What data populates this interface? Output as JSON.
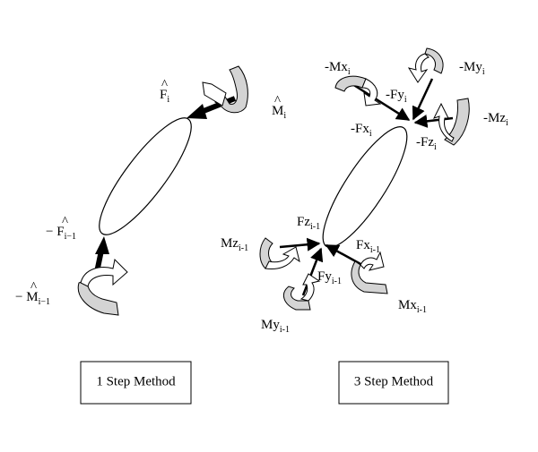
{
  "left_diagram": {
    "force_end": {
      "base": "F",
      "sub": "i"
    },
    "moment_end": {
      "base": "M",
      "sub": "i"
    },
    "force_start": {
      "prefix": "− ",
      "base": "F",
      "sub": "i−1"
    },
    "moment_start": {
      "prefix": "− ",
      "base": "M",
      "sub": "i−1"
    },
    "caption": "1 Step Method"
  },
  "right_diagram": {
    "top": {
      "mx": {
        "base": "-Mx",
        "sub": "i"
      },
      "my": {
        "base": "-My",
        "sub": "i"
      },
      "fy": {
        "base": "-Fy",
        "sub": "i"
      },
      "mz": {
        "base": "-Mz",
        "sub": "i"
      },
      "fx": {
        "base": "-Fx",
        "sub": "i"
      },
      "fz": {
        "base": "-Fz",
        "sub": "i"
      }
    },
    "bottom": {
      "fz": {
        "base": "Fz",
        "sub": "i-1"
      },
      "mz": {
        "base": "Mz",
        "sub": "i-1"
      },
      "fx": {
        "base": "Fx",
        "sub": "i-1"
      },
      "fy": {
        "base": "Fy",
        "sub": "i-1"
      },
      "mx": {
        "base": "Mx",
        "sub": "i-1"
      },
      "my": {
        "base": "My",
        "sub": "i-1"
      }
    },
    "caption": "3 Step Method"
  },
  "colors": {
    "stroke": "#000000",
    "moment_fill": "#d4d4d4",
    "arrow_fill": "#000000"
  }
}
